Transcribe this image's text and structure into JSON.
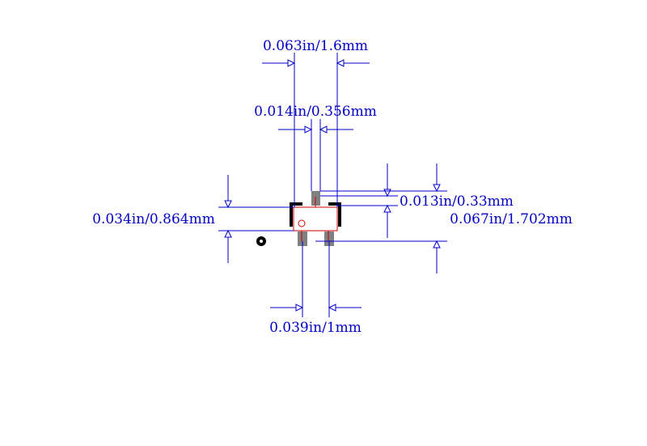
{
  "dimensions": {
    "package_width": "0.063in/1.6mm",
    "lead_width": "0.014in/0.356mm",
    "pad_gap": "0.013in/0.33mm",
    "body_height": "0.034in/0.864mm",
    "overall_height": "0.067in/1.702mm",
    "lead_pitch": "0.039in/1mm"
  },
  "colors": {
    "dimension": "#0000cc",
    "outline": "#cc0000",
    "pad": "#808080",
    "silkscreen": "#000000"
  }
}
